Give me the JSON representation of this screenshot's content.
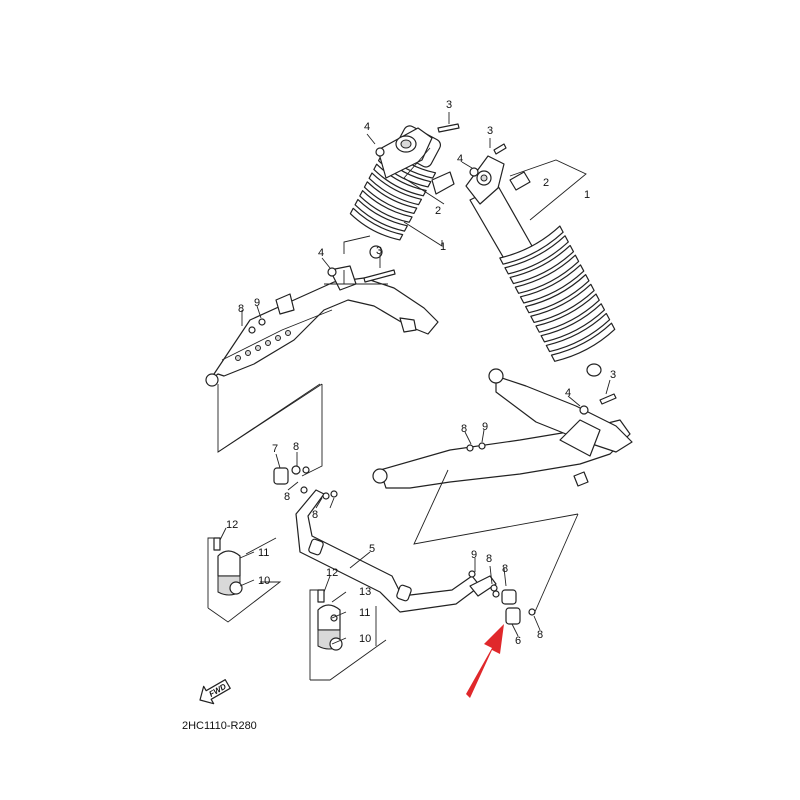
{
  "diagram": {
    "callouts": {
      "n1a": "1",
      "n1b": "1",
      "n2a": "2",
      "n2b": "2",
      "n3a": "3",
      "n3b": "3",
      "n3c": "3",
      "n3d": "3",
      "n4a": "4",
      "n4b": "4",
      "n4c": "4",
      "n4d": "4",
      "n5": "5",
      "n6": "6",
      "n7": "7",
      "n8a": "8",
      "n8b": "8",
      "n8c": "8",
      "n8d": "8",
      "n8e": "8",
      "n8f": "8",
      "n8g": "8",
      "n9a": "9",
      "n9b": "9",
      "n10a": "10",
      "n10b": "10",
      "n11a": "11",
      "n11b": "11",
      "n12a": "12",
      "n12b": "12",
      "n13": "13"
    },
    "fwd_label": "FWD",
    "figure_code": "2HC1110-R280",
    "arrow_color": "#e0282b"
  }
}
